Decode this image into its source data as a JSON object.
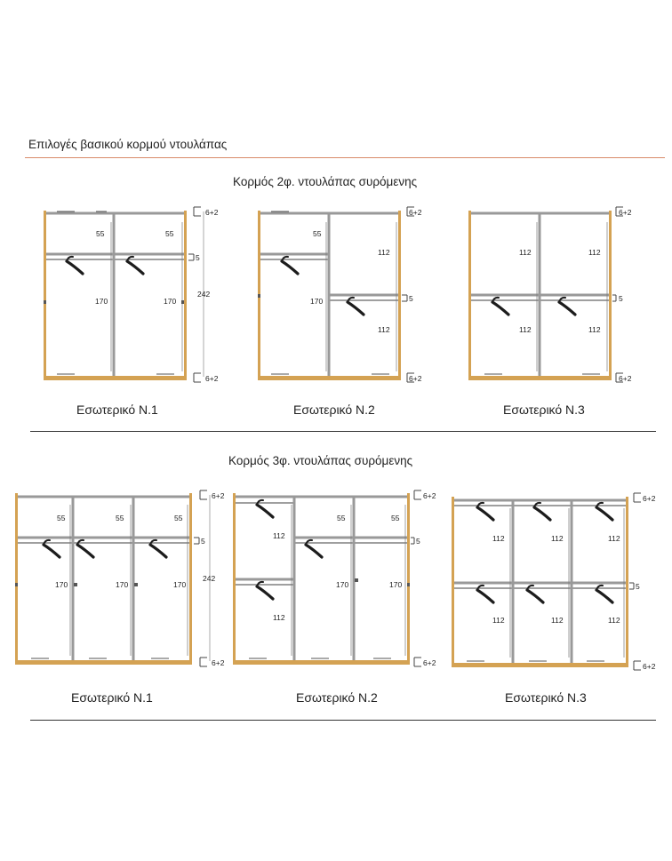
{
  "page_title": "Επιλογές βασικού κορμού ντουλάπας",
  "colors": {
    "rule": "#d98b6a",
    "wood": "#d4a253",
    "frame": "#999999",
    "text": "#222222"
  },
  "sections": [
    {
      "title": "Κορμός 2φ. ντουλάπας συρόμενης",
      "wardrobes": [
        {
          "caption": "Εσωτερικό Ν.1",
          "labels": [
            "55",
            "55",
            "170",
            "170"
          ],
          "dims": [
            "6+2",
            "5",
            "6+2"
          ],
          "total": "242"
        },
        {
          "caption": "Εσωτερικό Ν.2",
          "labels": [
            "55",
            "170",
            "112",
            "112"
          ],
          "dims": [
            "6+2",
            "5",
            "6+2"
          ]
        },
        {
          "caption": "Εσωτερικό Ν.3",
          "labels": [
            "112",
            "112",
            "112",
            "112"
          ],
          "dims": [
            "6+2",
            "5",
            "6+2"
          ]
        }
      ]
    },
    {
      "title": "Κορμός 3φ. ντουλάπας συρόμενης",
      "wardrobes": [
        {
          "caption": "Εσωτερικό Ν.1",
          "labels": [
            "55",
            "55",
            "55",
            "170",
            "170",
            "170"
          ],
          "dims": [
            "6+2",
            "5",
            "6+2"
          ],
          "total": "242"
        },
        {
          "caption": "Εσωτερικό Ν.2",
          "labels": [
            "112",
            "112",
            "55",
            "55",
            "170",
            "170"
          ],
          "dims": [
            "6+2",
            "5",
            "6+2"
          ]
        },
        {
          "caption": "Εσωτερικό Ν.3",
          "labels": [
            "112",
            "112",
            "112",
            "112",
            "112",
            "112"
          ],
          "dims": [
            "6+2",
            "5",
            "6+2"
          ]
        }
      ]
    }
  ]
}
